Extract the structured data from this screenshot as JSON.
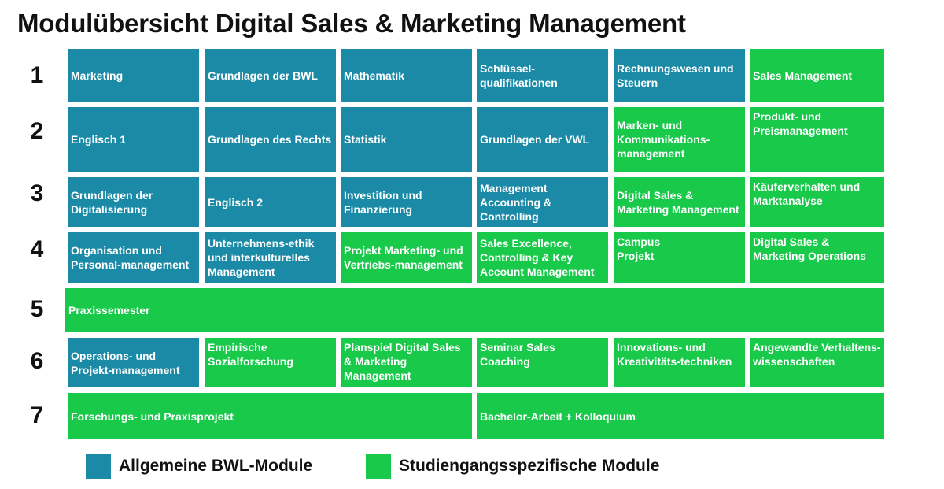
{
  "title": "Modulübersicht Digital Sales & Marketing Management",
  "colors": {
    "allgemein": "#1b8aa6",
    "spezifisch": "#18c94a"
  },
  "semesters": [
    "1",
    "2",
    "3",
    "4",
    "5",
    "6",
    "7"
  ],
  "modules": {
    "r1": [
      "Marketing",
      "Grundlagen der BWL",
      "Mathematik",
      "Schlüssel-qualifikationen",
      "Rechnungswesen und Steuern",
      "Sales Management"
    ],
    "r2": [
      "Englisch 1",
      "Grundlagen des Rechts",
      "Statistik",
      "Grundlagen der VWL",
      "Marken- und Kommunikations-management",
      "Produkt- und Preismanagement"
    ],
    "r3": [
      "Grundlagen der Digitalisierung",
      "Englisch 2",
      "Investition und Finanzierung",
      "Management Accounting & Controlling",
      "Digital Sales & Marketing Management",
      "Käuferverhalten und Marktanalyse"
    ],
    "r4": [
      "Organisation und Personal-management",
      "Unternehmens-ethik und interkulturelles Management",
      "Projekt Marketing- und Vertriebs-management",
      "Sales Excellence, Controlling & Key Account Management",
      "Campus Projekt",
      "Digital Sales & Marketing Operations"
    ],
    "r5": [
      "Praxissemester"
    ],
    "r6": [
      "Operations- und Projekt-management",
      "Empirische Sozialforschung",
      "Planspiel Digital Sales & Marketing Management",
      "Seminar Sales Coaching",
      "Innovations- und Kreativitäts-techniken",
      "Angewandte Verhaltens-wissenschaften"
    ],
    "r7": [
      "Forschungs- und Praxisprojekt",
      "Bachelor-Arbeit + Kolloquium"
    ]
  },
  "legend": {
    "allgemein": "Allgemeine BWL-Module",
    "spezifisch": "Studiengangsspezifische Module"
  }
}
